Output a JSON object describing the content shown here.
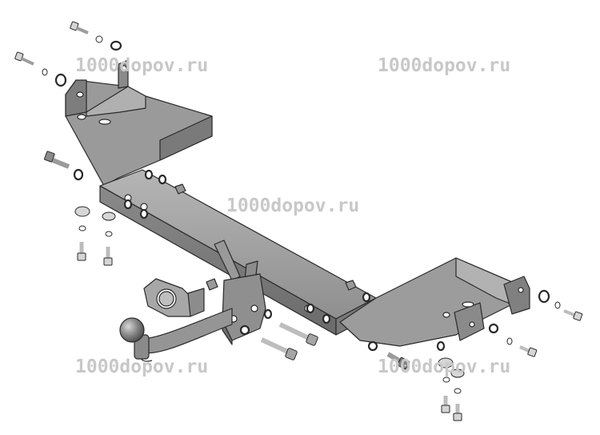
{
  "watermarks": [
    "1000dopov.ru",
    "1000dopov.ru",
    "1000dopov.ru",
    "1000dopov.ru",
    "1000dopov.ru"
  ],
  "colors": {
    "steel": "#8e8e8e",
    "steel_light": "#a9a9a9",
    "steel_dark": "#6c6c6c",
    "outline": "#2a2a2a",
    "watermark": "#c8c8c8",
    "background": "#ffffff"
  }
}
